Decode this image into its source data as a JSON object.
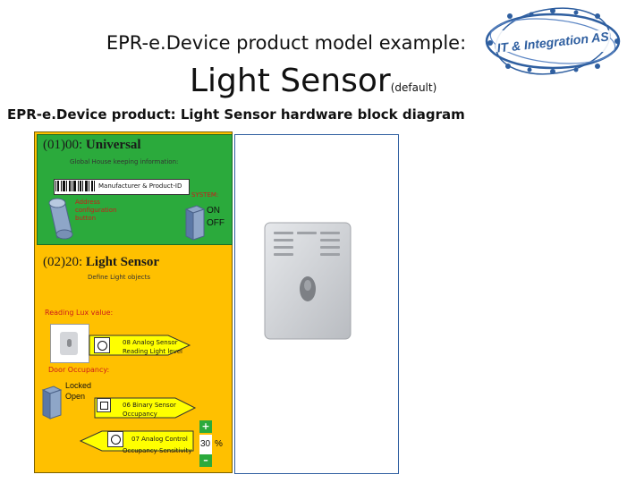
{
  "header": {
    "title_line1": "EPR-e.Device product model example:",
    "title_main": "Light Sensor",
    "title_suffix": "(default)",
    "subtitle": "EPR-e.Device  product:  Light Sensor  hardware block diagram"
  },
  "logo": {
    "text": "IT & Integration AS"
  },
  "section_universal": {
    "code": "(01)00:",
    "name": "Universal",
    "housekeeping": "Global House keeping information:",
    "manufacturer": "Manufacturer & Product-ID",
    "system": "SYSTEM:",
    "address_btn": "Address configuration button",
    "switch_on": "ON",
    "switch_off": "OFF"
  },
  "section_light": {
    "code": "(02)20:",
    "name": "Light Sensor",
    "define": "Define Light  objects",
    "reading_label": "Reading Lux value:",
    "analog_sensor": {
      "title": "08 Analog Sensor",
      "desc": "Reading Light  level"
    },
    "door_label": "Door Occupancy:",
    "locked": "Locked",
    "open": "Open",
    "binary_sensor": {
      "title": "06 Binary Sensor",
      "desc": "Occupancy"
    },
    "analog_control": {
      "title": "07 Analog Control",
      "desc": "Occupancy Sensitivity"
    },
    "plus": "+",
    "minus": "–",
    "value": "30",
    "unit": "%"
  },
  "colors": {
    "green": "#2BAA3C",
    "orange": "#FFC000",
    "yellow": "#FFFF00",
    "blue_border": "#2f5fa0"
  }
}
